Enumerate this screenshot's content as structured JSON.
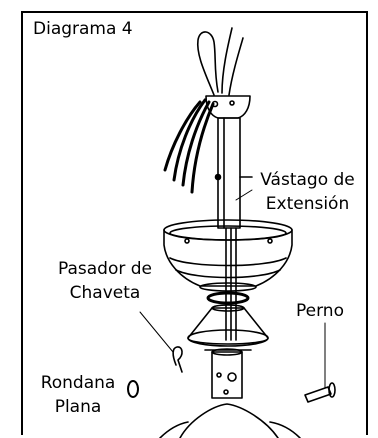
{
  "diagram": {
    "title": "Diagrama 4",
    "labels": {
      "vastago_line1": "Vástago de",
      "vastago_line2": "Extensión",
      "pasador_line1": "Pasador de",
      "pasador_line2": "Chaveta",
      "perno": "Perno",
      "rondana_line1": "Rondana",
      "rondana_line2": "Plana"
    }
  }
}
